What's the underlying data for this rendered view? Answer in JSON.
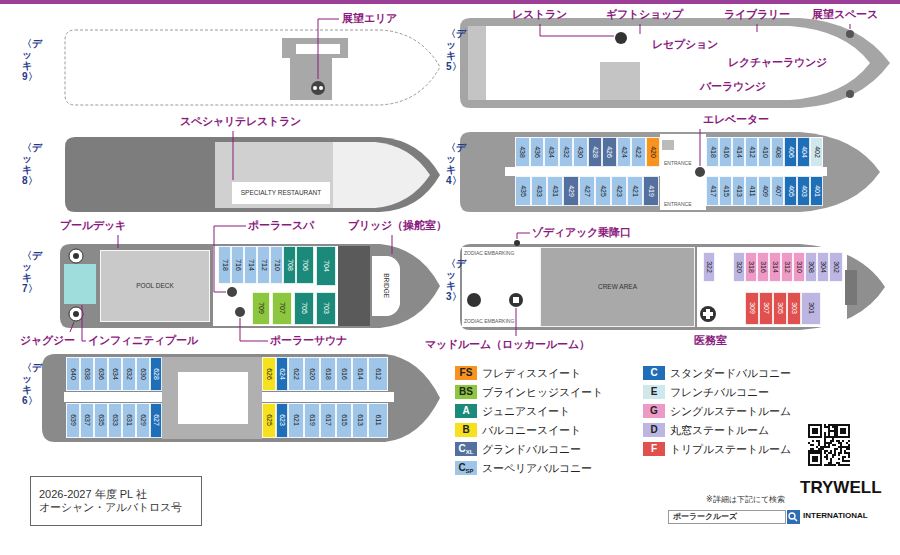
{
  "diagram": {
    "nodes": [
      {
        "text": [
          "SPECIALTY RESTAURANT"
        ]
      },
      {
        "text": [
          "POOL DECK"
        ]
      },
      {
        "text": [
          "718"
        ]
      },
      {
        "text": [
          "716"
        ]
      },
      {
        "text": [
          "714"
        ]
      },
      {
        "text": [
          "712"
        ]
      },
      {
        "text": [
          "710"
        ]
      },
      {
        "text": [
          "708"
        ]
      },
      {
        "text": [
          "706"
        ]
      },
      {
        "text": [
          "704"
        ]
      },
      {
        "text": [
          "709"
        ]
      },
      {
        "text": [
          "707"
        ]
      },
      {
        "text": [
          "705"
        ]
      },
      {
        "text": [
          "703"
        ]
      },
      {
        "text": [
          "BRIDGE"
        ]
      },
      {
        "text": [
          "640"
        ]
      },
      {
        "text": [
          "638"
        ]
      },
      {
        "text": [
          "636"
        ]
      },
      {
        "text": [
          "634"
        ]
      },
      {
        "text": [
          "632"
        ]
      },
      {
        "text": [
          "630"
        ]
      },
      {
        "text": [
          "628"
        ]
      },
      {
        "text": [
          "626"
        ]
      },
      {
        "text": [
          "624"
        ]
      },
      {
        "text": [
          "622"
        ]
      },
      {
        "text": [
          "620"
        ]
      },
      {
        "text": [
          "618"
        ]
      },
      {
        "text": [
          "616"
        ]
      },
      {
        "text": [
          "614"
        ]
      },
      {
        "text": [
          "612"
        ]
      },
      {
        "text": [
          "639"
        ]
      },
      {
        "text": [
          "637"
        ]
      },
      {
        "text": [
          "635"
        ]
      },
      {
        "text": [
          "633"
        ]
      },
      {
        "text": [
          "631"
        ]
      },
      {
        "text": [
          "629"
        ]
      },
      {
        "text": [
          "627"
        ]
      },
      {
        "text": [
          "625"
        ]
      },
      {
        "text": [
          "623"
        ]
      },
      {
        "text": [
          "621"
        ]
      },
      {
        "text": [
          "619"
        ]
      },
      {
        "text": [
          "617"
        ]
      },
      {
        "text": [
          "615"
        ]
      },
      {
        "text": [
          "613"
        ]
      },
      {
        "text": [
          "611"
        ]
      },
      {
        "text": [
          "438"
        ]
      },
      {
        "text": [
          "436"
        ]
      },
      {
        "text": [
          "434"
        ]
      },
      {
        "text": [
          "432"
        ]
      },
      {
        "text": [
          "430"
        ]
      },
      {
        "text": [
          "428"
        ]
      },
      {
        "text": [
          "426"
        ]
      },
      {
        "text": [
          "424"
        ]
      },
      {
        "text": [
          "422"
        ]
      },
      {
        "text": [
          "420"
        ]
      },
      {
        "text": [
          "418"
        ]
      },
      {
        "text": [
          "416"
        ]
      },
      {
        "text": [
          "414"
        ]
      },
      {
        "text": [
          "412"
        ]
      },
      {
        "text": [
          "410"
        ]
      },
      {
        "text": [
          "408"
        ]
      },
      {
        "text": [
          "406"
        ]
      },
      {
        "text": [
          "404"
        ]
      },
      {
        "text": [
          "402"
        ]
      },
      {
        "text": [
          "435"
        ]
      },
      {
        "text": [
          "433"
        ]
      },
      {
        "text": [
          "431"
        ]
      },
      {
        "text": [
          "429"
        ]
      },
      {
        "text": [
          "427"
        ]
      },
      {
        "text": [
          "425"
        ]
      },
      {
        "text": [
          "423"
        ]
      },
      {
        "text": [
          "421"
        ]
      },
      {
        "text": [
          "419"
        ]
      },
      {
        "text": [
          "417"
        ]
      },
      {
        "text": [
          "415"
        ]
      },
      {
        "text": [
          "413"
        ]
      },
      {
        "text": [
          "411"
        ]
      },
      {
        "text": [
          "409"
        ]
      },
      {
        "text": [
          "407"
        ]
      },
      {
        "text": [
          "405"
        ]
      },
      {
        "text": [
          "403"
        ]
      },
      {
        "text": [
          "401"
        ]
      },
      {
        "text": [
          "CREW AREA"
        ]
      },
      {
        "text": [
          "322"
        ]
      },
      {
        "text": [
          "320"
        ]
      },
      {
        "text": [
          "318"
        ]
      },
      {
        "text": [
          "316"
        ]
      },
      {
        "text": [
          "314"
        ]
      },
      {
        "text": [
          "312"
        ]
      },
      {
        "text": [
          "310"
        ]
      },
      {
        "text": [
          "308"
        ]
      },
      {
        "text": [
          "304"
        ]
      },
      {
        "text": [
          "302"
        ]
      },
      {
        "text": [
          "309"
        ]
      },
      {
        "text": [
          "307"
        ]
      },
      {
        "text": [
          "305"
        ]
      },
      {
        "text": [
          "303"
        ]
      },
      {
        "text": [
          "301"
        ]
      },
      {
        "text": [
          "2026-2027 年度 PL 社",
          "オーシャン・アルバトロス号"
        ]
      },
      {
        "text": [
          "ポーラークルーズ"
        ]
      }
    ],
    "labels": [
      "〈デッキ9〉",
      "展望エリア",
      "〈デッキ8〉",
      "スペシャリテレストラン",
      "〈デッキ7〉",
      "プールデッキ",
      "ポーラースパ",
      "ブリッジ（操舵室）",
      "ジャグジー",
      "インフィニティプール",
      "ポーラーサウナ",
      "〈デッキ6〉",
      "〈デッキ5〉",
      "レストラン",
      "ギフトショップ",
      "ライブラリー",
      "展望スペース",
      "レセプション",
      "レクチャーラウンジ",
      "バーラウンジ",
      "〈デッキ4〉",
      "エレベーター",
      "ENTRANCE",
      "ENTRANCE",
      "〈デッキ3〉",
      "ゾディアック乗降口",
      "ZODIAC EMBARKING",
      "ZODIAC EMBARKING",
      "マッドルーム（ロッカールーム）",
      "医務室",
      "FS",
      "BS",
      "A",
      "B",
      "C",
      "XL",
      "C",
      "SP",
      "C",
      "E",
      "G",
      "D",
      "F",
      "※詳細は下記にて検索",
      "TRYWELL",
      "INTERNATIONAL"
    ],
    "legend": [
      {
        "text": "フレディススイート",
        "color": "#f7931e"
      },
      {
        "text": "ブラインヒッジスイート",
        "color": "#8dc63f"
      },
      {
        "text": "ジュニアスイート",
        "color": "#1b8a7a"
      },
      {
        "text": "バルコニースイート",
        "color": "#f5e11d"
      },
      {
        "text": "グランドバルコニー",
        "color": "#53709e"
      },
      {
        "text": "スーペリアバルコニー",
        "color": "#9fc5e8"
      },
      {
        "text": "スタンダードバルコニー",
        "color": "#1f6fb8"
      },
      {
        "text": "フレンチバルコニー",
        "color": "#cfe8ee"
      },
      {
        "text": "シングルステートルーム",
        "color": "#ee9ac6"
      },
      {
        "text": "丸窓ステートルーム",
        "color": "#bdb6e2"
      },
      {
        "text": "トリプルステートルーム",
        "color": "#e0504f"
      }
    ]
  }
}
